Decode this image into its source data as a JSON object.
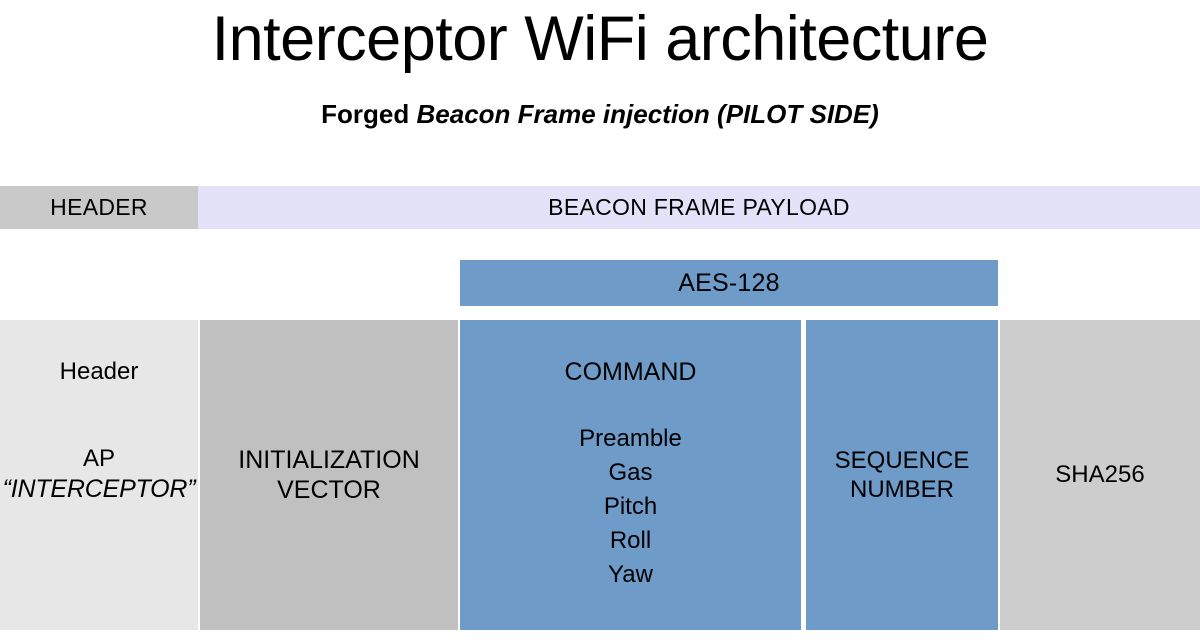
{
  "title": "Interceptor WiFi architecture",
  "subtitle": {
    "prefix": "Forged ",
    "emphasis": "Beacon Frame injection (PILOT SIDE)"
  },
  "top_row": {
    "header_label": "HEADER",
    "payload_label": "BEACON FRAME PAYLOAD"
  },
  "encryption_bar": {
    "label": "AES-128"
  },
  "frame_blocks": {
    "access_point": {
      "header_label": "Header",
      "ap_label": "AP",
      "ssid": "“INTERCEPTOR”"
    },
    "initialization_vector": {
      "line1": "INITIALIZATION",
      "line2": "VECTOR"
    },
    "command": {
      "title": "COMMAND",
      "fields": [
        "Preamble",
        "Gas",
        "Pitch",
        "Roll",
        "Yaw"
      ]
    },
    "sequence_number": {
      "line1": "SEQUENCE",
      "line2": "NUMBER"
    },
    "checksum": {
      "label": "SHA256"
    }
  },
  "colors": {
    "header_gray": "#c9c9c9",
    "payload_lavender": "#e3e2f8",
    "encrypted_blue": "#6f9bc9",
    "ap_light_gray": "#e7e7e7",
    "iv_gray": "#c0c0c0",
    "sha_gray": "#cdcdcd",
    "background": "#ffffff",
    "text": "#000000"
  }
}
